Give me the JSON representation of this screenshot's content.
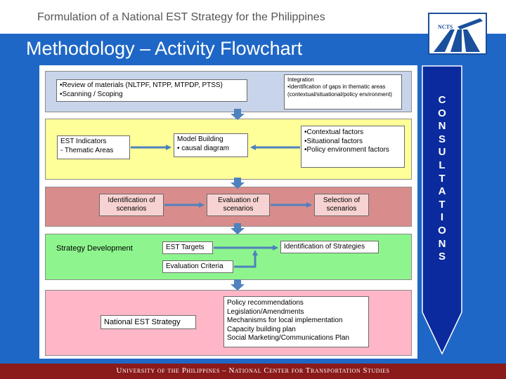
{
  "header": {
    "top_title": "Formulation of a National EST Strategy for the Philippines",
    "main_title": "Methodology – Activity Flowchart",
    "logo_text": "NCTS"
  },
  "footer": {
    "text": "University of the Philippines – National Center for Transportation Studies"
  },
  "sidebar": {
    "label_letters": [
      "C",
      "O",
      "N",
      "S",
      "U",
      "L",
      "T",
      "A",
      "T",
      "I",
      "O",
      "N",
      "S"
    ]
  },
  "flow": {
    "band1": {
      "review": "•Review of materials (NLTPF, NTPP, MTPDP, PTSS)\n•Scanning / Scoping",
      "integration": "Integration\n•Identification of gaps in thematic areas (contextual/situational/policy environment)"
    },
    "band2": {
      "indicators": "EST Indicators\n- Thematic Areas",
      "model": "Model Building\n• causal diagram",
      "factors": "•Contextual factors\n•Situational factors\n•Policy environment factors"
    },
    "band3": {
      "identification": "Identification of\nscenarios",
      "evaluation": "Evaluation of\nscenarios",
      "selection": "Selection of\nscenarios"
    },
    "band4": {
      "label": "Strategy Development",
      "targets": "EST Targets",
      "strategies": "Identification of Strategies",
      "criteria": "Evaluation Criteria"
    },
    "band5": {
      "national": "National EST Strategy",
      "outputs": "Policy recommendations\nLegislation/Amendments\nMechanisms for local implementation\nCapacity building plan\nSocial Marketing/Communications Plan"
    }
  },
  "colors": {
    "blue_bg": "#1f67c6",
    "band1": "#c8d4ea",
    "band2": "#ffff99",
    "band3": "#d98c8c",
    "band4": "#8ef58e",
    "band5": "#ffb6c6",
    "arrow": "#4f81bd",
    "footer": "#8b1a1a",
    "consult": "#0a2a9e"
  }
}
